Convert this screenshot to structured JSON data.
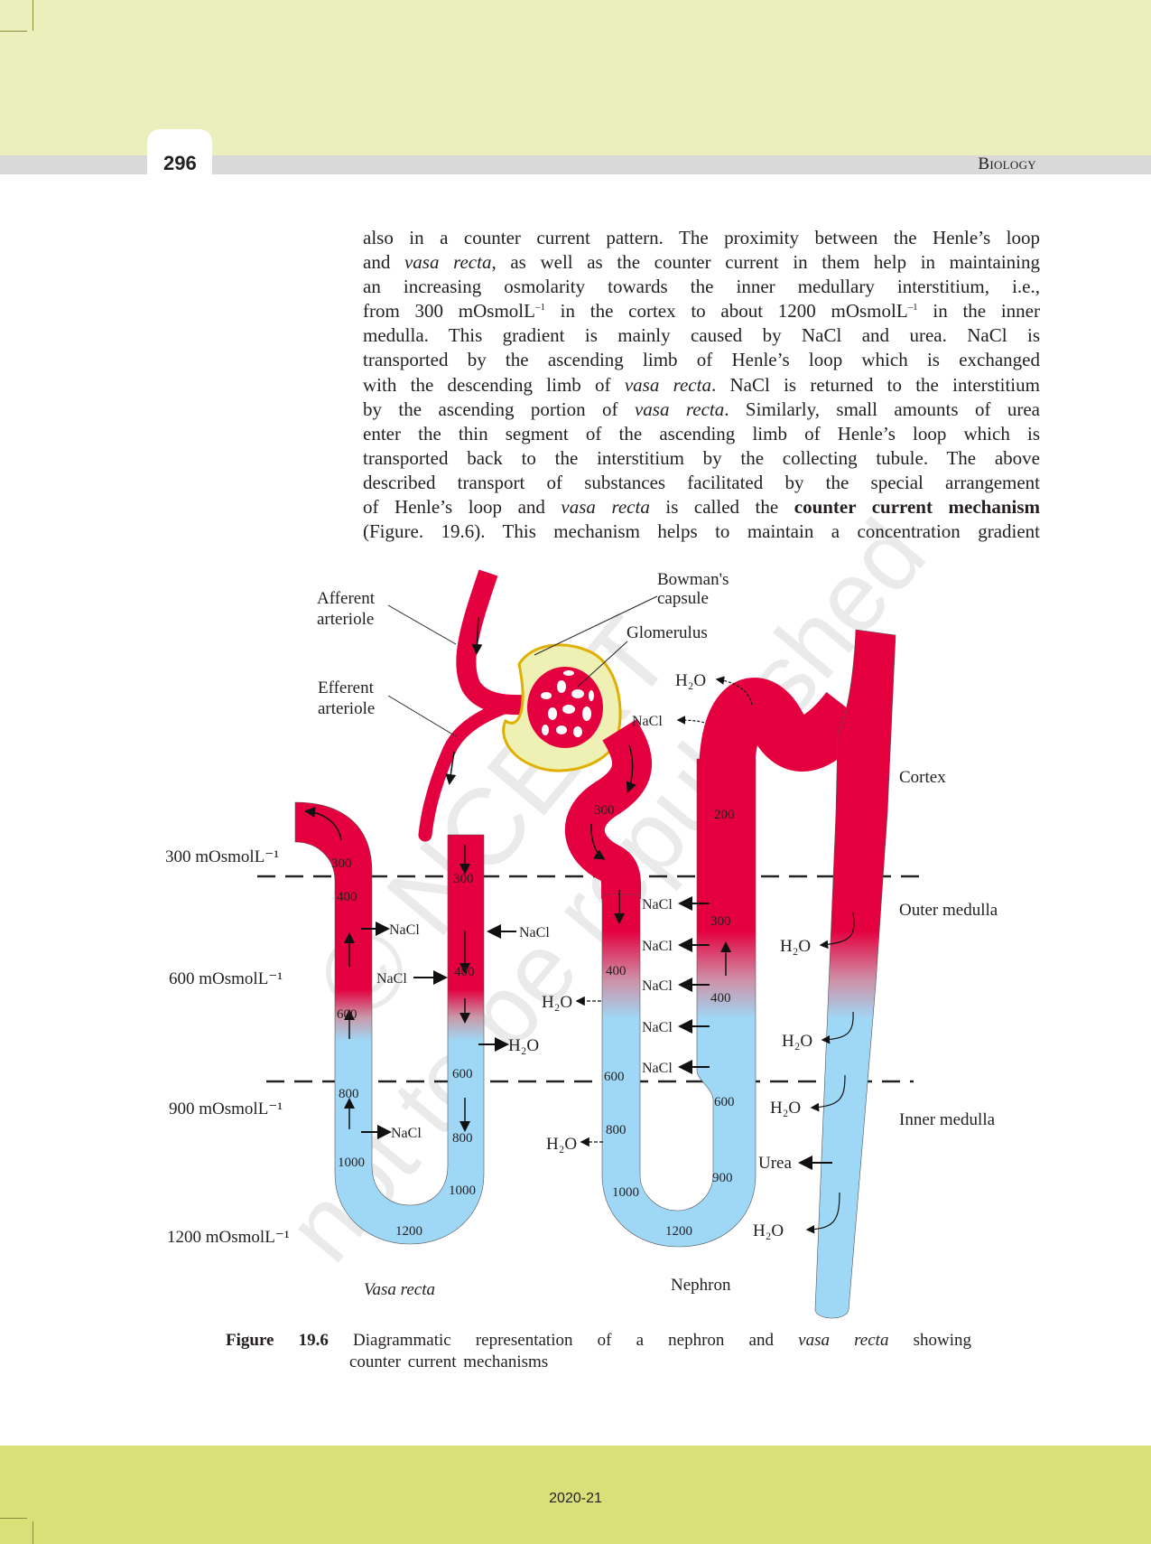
{
  "header": {
    "page_number": "296",
    "running_head": "Biology"
  },
  "paragraph": {
    "lines": [
      [
        {
          "t": "also in a counter current pattern. The proximity between the Henle’s loop",
          "s": "n"
        }
      ],
      [
        {
          "t": "and ",
          "s": "n"
        },
        {
          "t": "vasa recta",
          "s": "i"
        },
        {
          "t": ", as well as the counter current in them help in maintaining",
          "s": "n"
        }
      ],
      [
        {
          "t": "an increasing osmolarity towards the inner medullary interstitium, i.e.,",
          "s": "n"
        }
      ],
      [
        {
          "t": "from 300 mOsmolL",
          "s": "n"
        },
        {
          "t": "–1",
          "s": "sup"
        },
        {
          "t": " in the cortex to about 1200 mOsmolL",
          "s": "n"
        },
        {
          "t": "–1",
          "s": "sup"
        },
        {
          "t": " in the inner",
          "s": "n"
        }
      ],
      [
        {
          "t": "medulla. This gradient is mainly caused by NaCl and urea. NaCl is",
          "s": "n"
        }
      ],
      [
        {
          "t": "transported by the ascending limb of Henle’s loop which is exchanged",
          "s": "n"
        }
      ],
      [
        {
          "t": "with the descending limb of ",
          "s": "n"
        },
        {
          "t": "vasa recta",
          "s": "i"
        },
        {
          "t": ". NaCl is returned to the interstitium",
          "s": "n"
        }
      ],
      [
        {
          "t": "by the ascending portion of ",
          "s": "n"
        },
        {
          "t": "vasa recta",
          "s": "i"
        },
        {
          "t": ". Similarly, small amounts of urea",
          "s": "n"
        }
      ],
      [
        {
          "t": "enter the thin segment of the ascending limb of Henle’s loop which is",
          "s": "n"
        }
      ],
      [
        {
          "t": "transported back to the interstitium by the collecting tubule. The above",
          "s": "n"
        }
      ],
      [
        {
          "t": "described transport of substances facilitated by the special arrangement",
          "s": "n"
        }
      ],
      [
        {
          "t": "of Henle’s loop and ",
          "s": "n"
        },
        {
          "t": "vasa recta",
          "s": "i"
        },
        {
          "t": " is called the ",
          "s": "n"
        },
        {
          "t": "counter current mechanism",
          "s": "b"
        }
      ],
      [
        {
          "t": "(Figure. 19.6). This mechanism helps to maintain a concentration gradient",
          "s": "n"
        }
      ]
    ]
  },
  "figure": {
    "labels": {
      "afferent_1": "Afferent",
      "afferent_2": "arteriole",
      "efferent_1": "Efferent",
      "efferent_2": "arteriole",
      "bowman_1": "Bowman's",
      "bowman_2": "capsule",
      "glomerulus": "Glomerulus",
      "cortex": "Cortex",
      "outer_medulla": "Outer medulla",
      "inner_medulla": "Inner medulla",
      "osm_300": "300 mOsmolL⁻¹",
      "osm_600": "600 mOsmolL⁻¹",
      "osm_900": "900 mOsmolL⁻¹",
      "osm_1200": "1200 mOsmolL⁻¹",
      "vasa_recta": "Vasa recta",
      "nephron": "Nephron"
    },
    "vasa_values": {
      "l300": "300",
      "l400": "400",
      "l600": "600",
      "l800": "800",
      "l1000": "1000",
      "b1200": "1200",
      "r300": "300",
      "r400": "400",
      "r600": "600",
      "r800": "800",
      "r1000": "1000"
    },
    "nephron_values": {
      "pct300": "300",
      "dct200": "200",
      "d400": "400",
      "d600": "600",
      "d800": "800",
      "d1000": "1000",
      "b1200": "1200",
      "a300": "300",
      "a400": "400",
      "a600": "600",
      "a900": "900"
    },
    "transport": {
      "nacl": "NaCl",
      "h2o": "H₂O",
      "urea": "Urea"
    },
    "watermark": {
      "line1": "© NCERT",
      "line2": "not to be republished"
    },
    "caption": {
      "label": "Figure 19.6",
      "text_1": "Diagrammatic representation of a nephron and ",
      "text_italic": "vasa recta",
      "text_2": " showing",
      "line2": "counter current mechanisms"
    },
    "colors": {
      "blood": "#e4003f",
      "filtrate_dilute": "#9fd8f6",
      "capsule": "#eef0b4",
      "capsule_border": "#e0b000"
    }
  },
  "footer": {
    "year": "2020-21"
  }
}
